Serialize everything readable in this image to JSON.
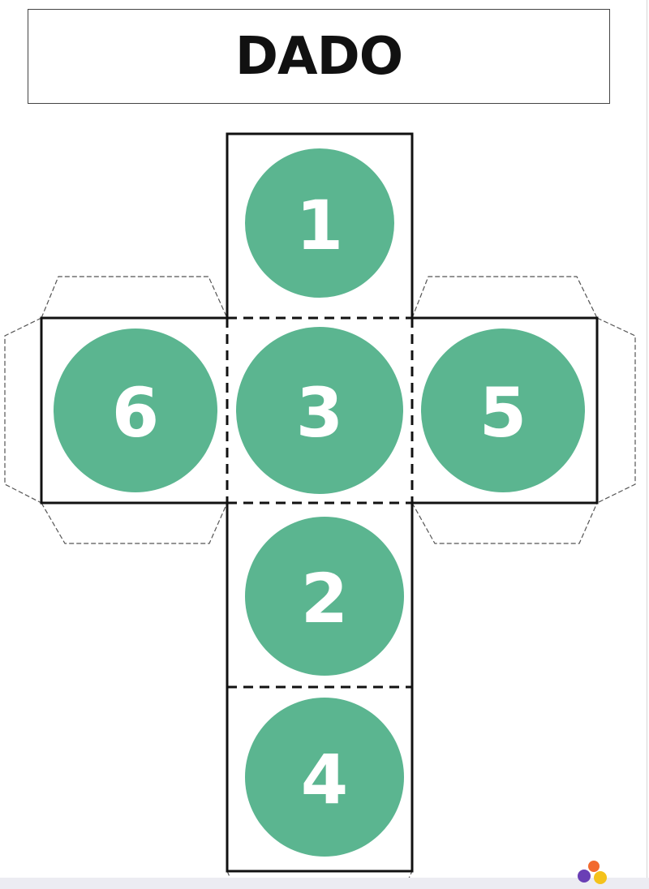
{
  "title": "DADO",
  "colors": {
    "circle_fill": "#5bb590",
    "number_fill": "#ffffff",
    "outline": "#111111",
    "tab_outline": "#555555"
  },
  "faces": [
    {
      "id": "top",
      "number": "1"
    },
    {
      "id": "left",
      "number": "6"
    },
    {
      "id": "center",
      "number": "3"
    },
    {
      "id": "right",
      "number": "5"
    },
    {
      "id": "below",
      "number": "2"
    },
    {
      "id": "bottom",
      "number": "4"
    }
  ],
  "logo_icon": "colored-dots-logo-icon"
}
